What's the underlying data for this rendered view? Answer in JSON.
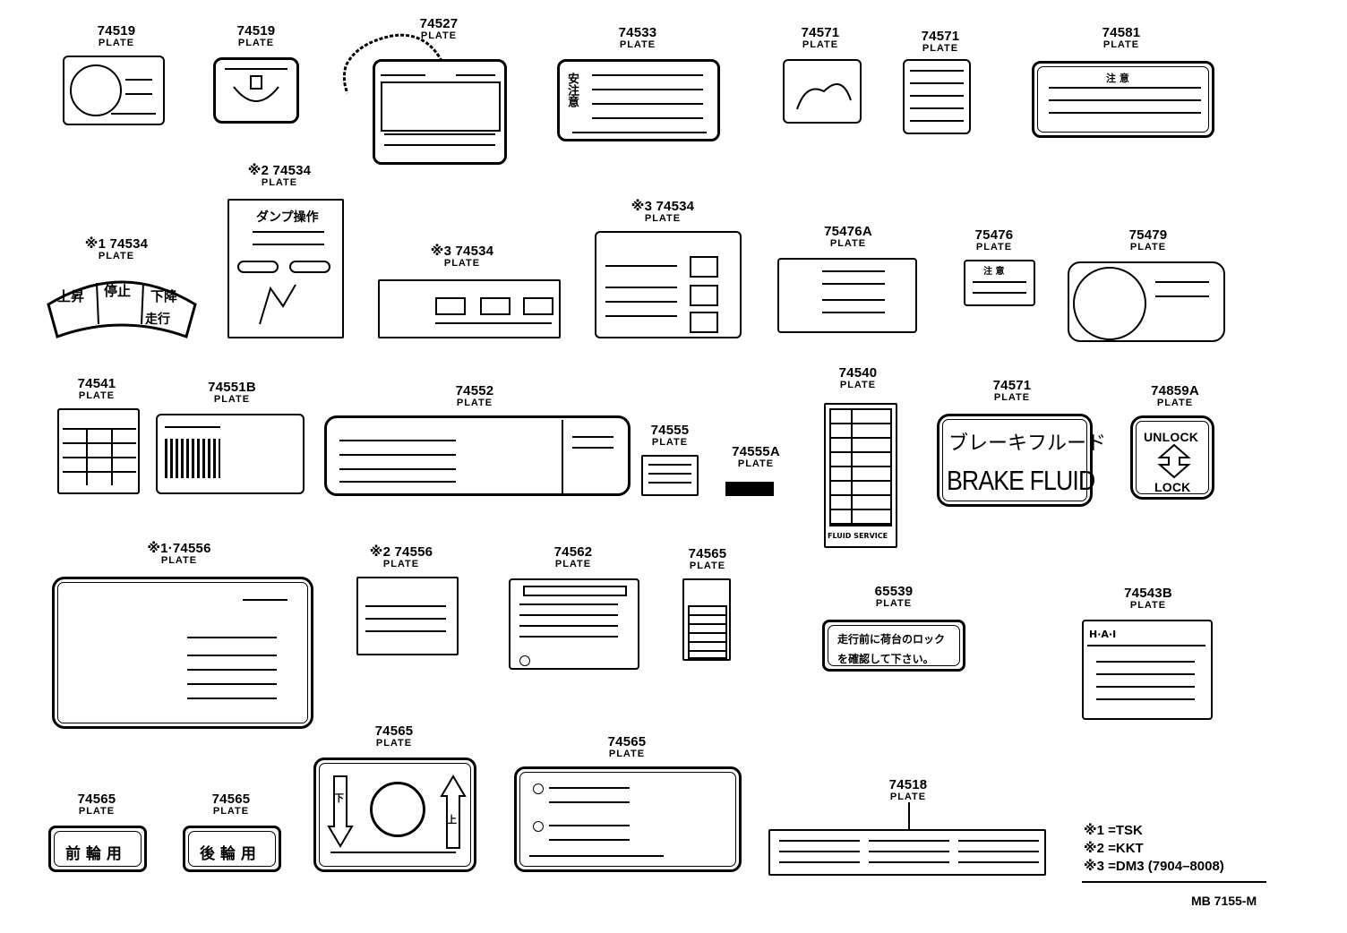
{
  "plate_label": "PLATE",
  "parts": [
    {
      "id": "p01",
      "number": "74519"
    },
    {
      "id": "p02",
      "number": "74519"
    },
    {
      "id": "p03",
      "number": "74527"
    },
    {
      "id": "p04",
      "number": "74533"
    },
    {
      "id": "p05",
      "number": "74571"
    },
    {
      "id": "p06",
      "number": "74571"
    },
    {
      "id": "p07",
      "number": "74581"
    },
    {
      "id": "p08",
      "number": "※2 74534"
    },
    {
      "id": "p09",
      "number": "※1 74534"
    },
    {
      "id": "p10",
      "number": "※3 74534"
    },
    {
      "id": "p11",
      "number": "※3 74534"
    },
    {
      "id": "p12",
      "number": "75476A"
    },
    {
      "id": "p13",
      "number": "75476"
    },
    {
      "id": "p14",
      "number": "75479"
    },
    {
      "id": "p15",
      "number": "74541"
    },
    {
      "id": "p16",
      "number": "74551B"
    },
    {
      "id": "p17",
      "number": "74552"
    },
    {
      "id": "p18",
      "number": "74555"
    },
    {
      "id": "p19",
      "number": "74555A"
    },
    {
      "id": "p20",
      "number": "74540"
    },
    {
      "id": "p21",
      "number": "74571"
    },
    {
      "id": "p22",
      "number": "74859A"
    },
    {
      "id": "p23",
      "number": "※1·74556"
    },
    {
      "id": "p24",
      "number": "※2 74556"
    },
    {
      "id": "p25",
      "number": "74562"
    },
    {
      "id": "p26",
      "number": "74565"
    },
    {
      "id": "p27",
      "number": "65539"
    },
    {
      "id": "p28",
      "number": "74543B"
    },
    {
      "id": "p29",
      "number": "74565"
    },
    {
      "id": "p30",
      "number": "74565"
    },
    {
      "id": "p31",
      "number": "74565"
    },
    {
      "id": "p32",
      "number": "74565"
    },
    {
      "id": "p33",
      "number": "74518"
    }
  ],
  "plate_text": {
    "mudguard_buttons": [
      "上昇",
      "停止",
      "下降",
      "走行"
    ],
    "brake_fluid_jp": "ブレーキフルード",
    "brake_fluid_en": "BRAKE FLUID",
    "unlock": "UNLOCK",
    "lock": "LOCK",
    "dump_operation": "ダンプ操作",
    "caution": "注 意",
    "lock_notice_line1": "走行前に荷台のロック",
    "lock_notice_line2": "を確認して下さい。",
    "front_wheel": "前 輪 用",
    "rear_wheel": "後 輪 用",
    "caution_vertical": "安注意",
    "up": "上",
    "down": "下",
    "hai": "H·A·I",
    "service_ref": "FLUID SERVICE"
  },
  "legend": [
    {
      "mark": "※1",
      "value": "=TSK"
    },
    {
      "mark": "※2",
      "value": "=KKT"
    },
    {
      "mark": "※3",
      "value": "=DM3 (7904–8008)"
    }
  ],
  "drawing_code": "MB 7155-M"
}
